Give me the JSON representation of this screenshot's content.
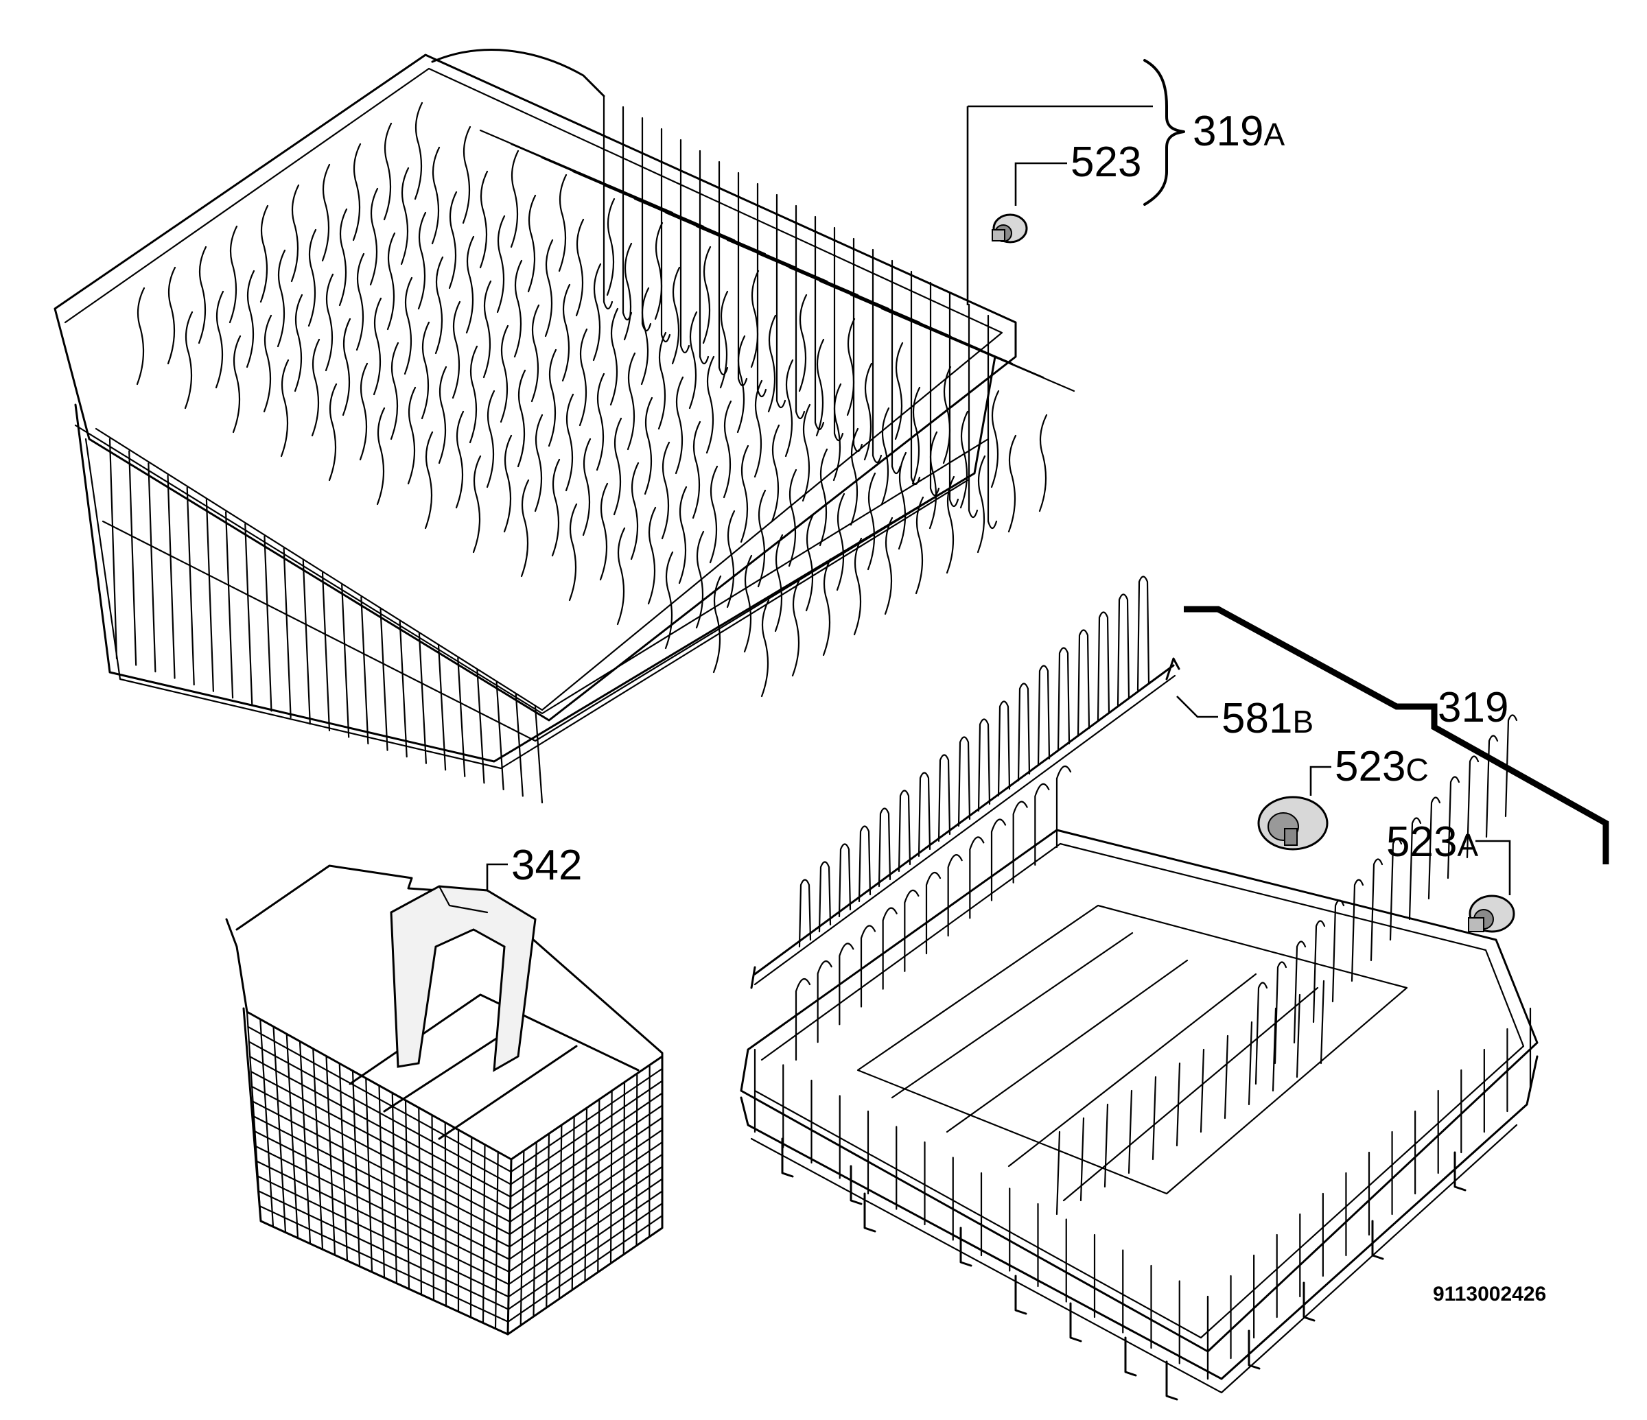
{
  "diagram": {
    "drawing_number": "9113002426",
    "callouts": [
      {
        "id": "c-319a",
        "number": "319",
        "suffix": "A"
      },
      {
        "id": "c-523",
        "number": "523",
        "suffix": ""
      },
      {
        "id": "c-581b",
        "number": "581",
        "suffix": "B"
      },
      {
        "id": "c-319",
        "number": "319",
        "suffix": ""
      },
      {
        "id": "c-523c",
        "number": "523",
        "suffix": "C"
      },
      {
        "id": "c-523a",
        "number": "523",
        "suffix": "A"
      },
      {
        "id": "c-342",
        "number": "342",
        "suffix": ""
      }
    ],
    "parts": [
      {
        "id": "upper-basket",
        "icon": "upper-wire-basket"
      },
      {
        "id": "lower-basket",
        "icon": "lower-wire-basket"
      },
      {
        "id": "cutlery-basket",
        "icon": "cutlery-basket"
      },
      {
        "id": "plate-rack",
        "icon": "plate-rack-insert"
      },
      {
        "id": "wheel-523",
        "icon": "basket-wheel"
      },
      {
        "id": "wheel-523c",
        "icon": "basket-wheel"
      },
      {
        "id": "wheel-523a",
        "icon": "basket-wheel"
      }
    ]
  }
}
